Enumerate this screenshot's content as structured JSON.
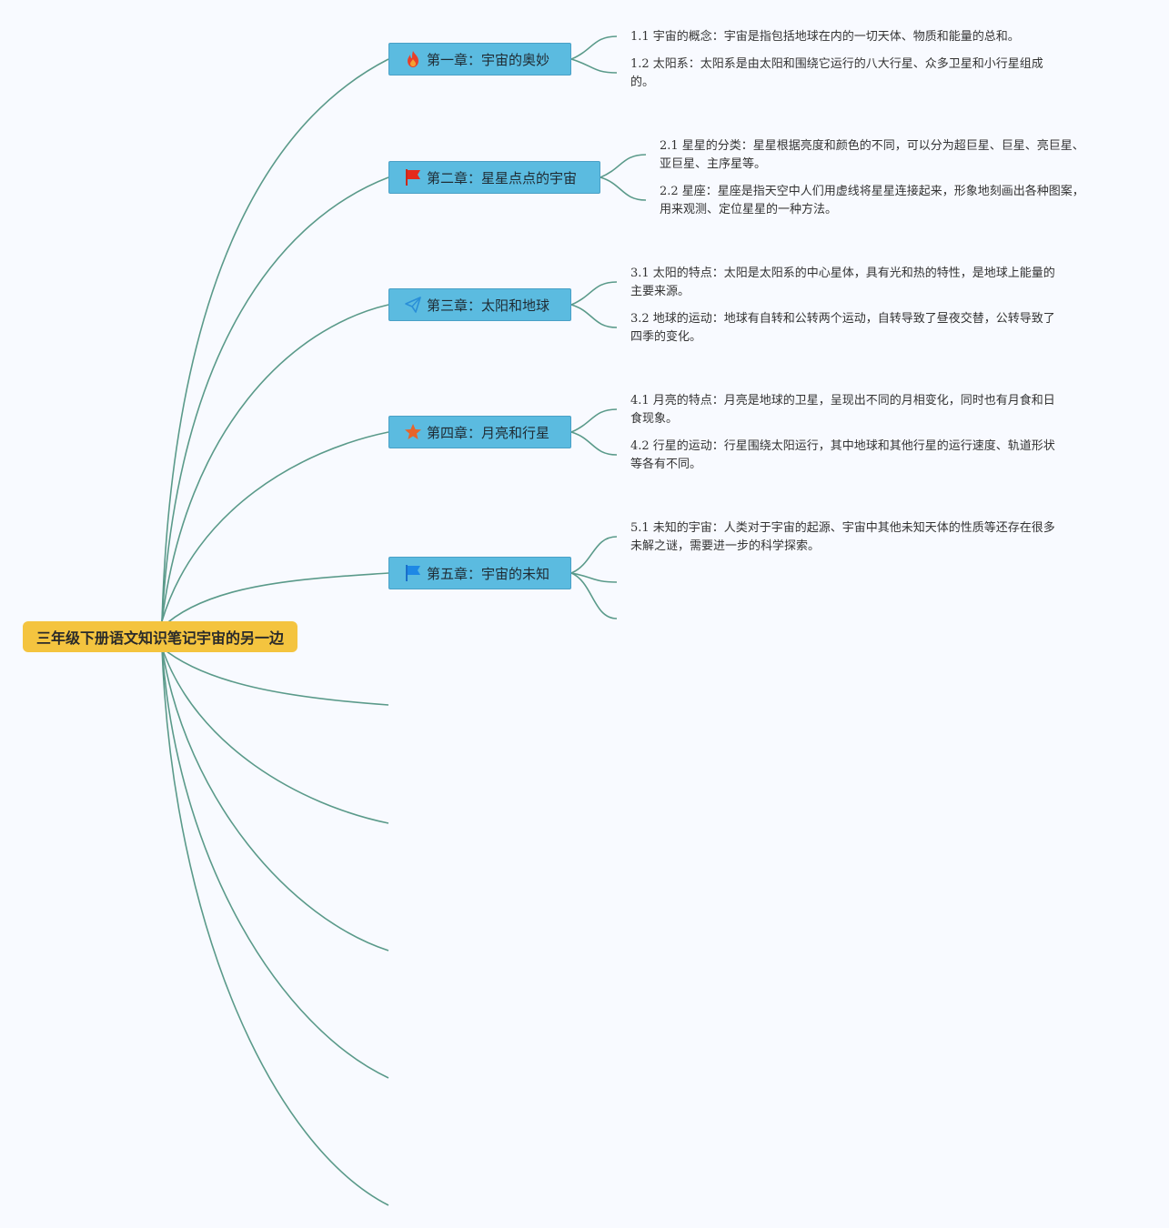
{
  "root": {
    "title": "三年级下册语文知识笔记宇宙的另一边"
  },
  "chapters": [
    {
      "title": "第一章：宇宙的奥妙",
      "icon": "fire-icon",
      "items": [
        {
          "line1": "1.1 宇宙的概念：宇宙是指包括地球在内的一切天体、物质和能量的总和。",
          "line2": ""
        },
        {
          "line1": "1.2 太阳系：太阳系是由太阳和围绕它运行的八大行星、众多卫星和小行星组成",
          "line2": "的。"
        }
      ]
    },
    {
      "title": "第二章：星星点点的宇宙",
      "icon": "red-flag-icon",
      "items": [
        {
          "line1": "2.1 星星的分类：星星根据亮度和颜色的不同，可以分为超巨星、巨星、亮巨星、",
          "line2": "亚巨星、主序星等。"
        },
        {
          "line1": "2.2 星座：星座是指天空中人们用虚线将星星连接起来，形象地刻画出各种图案，",
          "line2": "用来观测、定位星星的一种方法。"
        }
      ]
    },
    {
      "title": "第三章：太阳和地球",
      "icon": "paper-plane-icon",
      "items": [
        {
          "line1": "3.1 太阳的特点：太阳是太阳系的中心星体，具有光和热的特性，是地球上能量的",
          "line2": "主要来源。"
        },
        {
          "line1": "3.2 地球的运动：地球有自转和公转两个运动，自转导致了昼夜交替，公转导致了",
          "line2": "四季的变化。"
        }
      ]
    },
    {
      "title": "第四章：月亮和行星",
      "icon": "star-icon",
      "items": [
        {
          "line1": "4.1 月亮的特点：月亮是地球的卫星，呈现出不同的月相变化，同时也有月食和日",
          "line2": "食现象。"
        },
        {
          "line1": "4.2 行星的运动：行星围绕太阳运行，其中地球和其他行星的运行速度、轨道形状",
          "line2": "等各有不同。"
        }
      ]
    },
    {
      "title": "第五章：宇宙的未知",
      "icon": "blue-flag-icon",
      "items": [
        {
          "line1": "5.1 未知的宇宙：人类对于宇宙的起源、宇宙中其他未知天体的性质等还存在很多",
          "line2": "未解之谜，需要进一步的科学探索。"
        }
      ]
    }
  ],
  "colors": {
    "line": "#5a9a8a",
    "root": "#f4c43f",
    "chapter": "#5bbbe0",
    "background": "#f8faff"
  }
}
